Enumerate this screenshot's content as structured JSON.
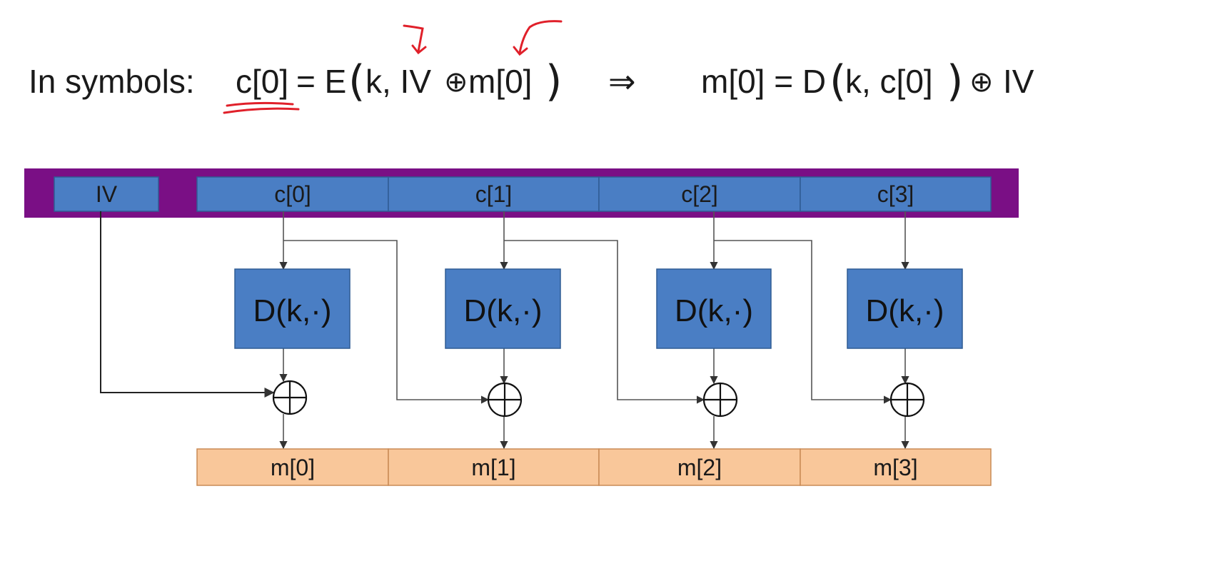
{
  "equation": {
    "prefix": "In symbols:",
    "enc_lhs": "c[0]",
    "enc_mid": " = E",
    "enc_args_1": "k, IV",
    "xor_symbol": "⊕",
    "enc_args_2": "m[0]",
    "implies": "⇒",
    "dec_lhs": "m[0] = D",
    "dec_args": "k, c[0]",
    "dec_tail": "IV",
    "open_paren": "(",
    "close_paren": ")"
  },
  "ciphertext_row": {
    "iv_label": "IV",
    "cells": [
      "c[0]",
      "c[1]",
      "c[2]",
      "c[3]"
    ]
  },
  "decrypt_blocks": [
    "D(k,·)",
    "D(k,·)",
    "D(k,·)",
    "D(k,·)"
  ],
  "plaintext_row": {
    "cells": [
      "m[0]",
      "m[1]",
      "m[2]",
      "m[3]"
    ]
  },
  "colors": {
    "band": "#7a0f85",
    "cipher_cell": "#4a7ec4",
    "decrypt_block": "#4a7ec4",
    "plain_cell": "#f9c79a",
    "annotation": "#e0202a"
  }
}
